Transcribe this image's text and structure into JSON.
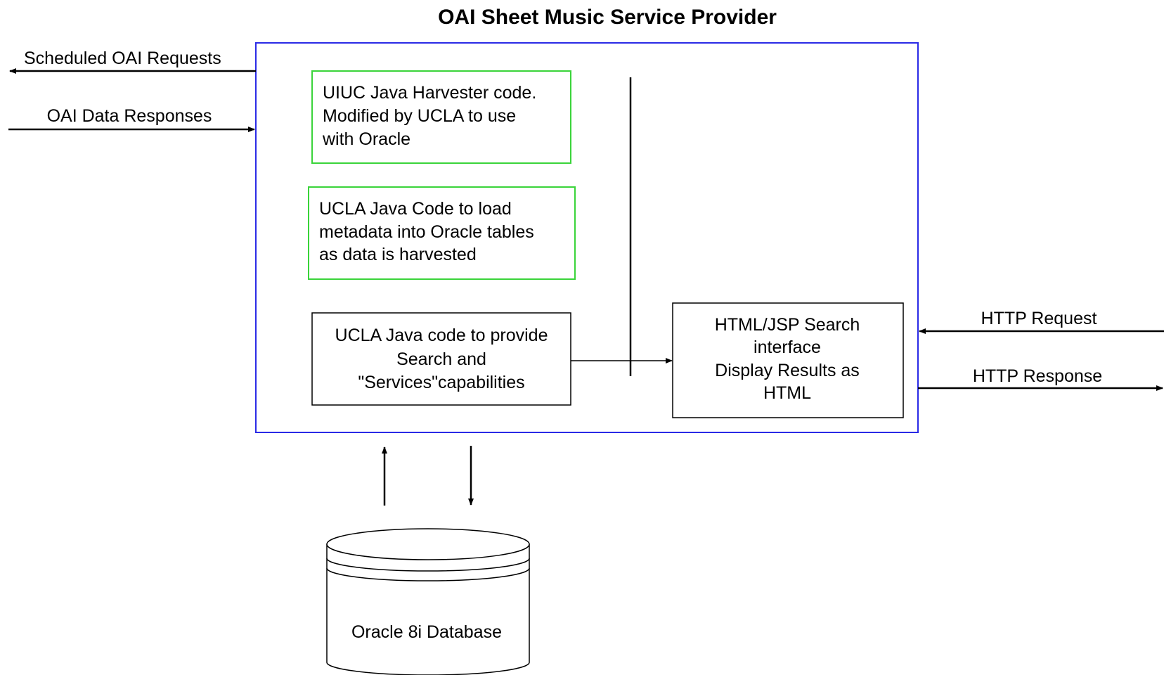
{
  "title": "OAI Sheet Music Service Provider",
  "colors": {
    "outer_border": "#2a2ae6",
    "green_border": "#3ad43a",
    "black": "#000000",
    "background": "#ffffff"
  },
  "left_arrows": {
    "requests_label": "Scheduled OAI Requests",
    "responses_label": "OAI Data Responses"
  },
  "right_arrows": {
    "request_label": "HTTP Request",
    "response_label": "HTTP Response"
  },
  "boxes": {
    "harvester": {
      "lines": [
        "UIUC Java Harvester code.",
        "Modified by UCLA to use",
        "with Oracle"
      ]
    },
    "loader": {
      "lines": [
        "UCLA Java Code to load",
        "metadata into Oracle tables",
        "as data is harvested"
      ]
    },
    "search_code": {
      "lines": [
        "UCLA Java code to provide",
        "Search and",
        "\"Services\"capabilities"
      ]
    },
    "html_interface": {
      "lines": [
        "HTML/JSP Search",
        "interface",
        "Display Results as",
        "HTML"
      ]
    }
  },
  "database": {
    "label": "Oracle 8i Database"
  },
  "icons": {
    "database": "database-cylinder-icon",
    "arrow": "arrow-icon"
  }
}
